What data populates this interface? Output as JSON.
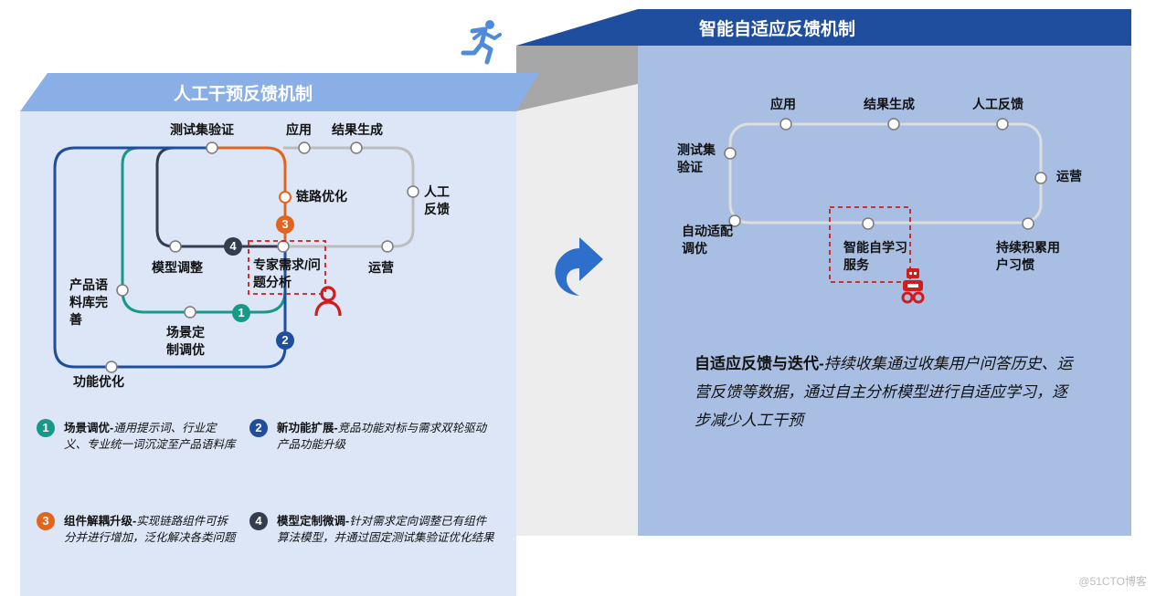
{
  "left_panel": {
    "title": "人工干预反馈机制",
    "nodes": {
      "test_set": "测试集验证",
      "apply": "应用",
      "result": "结果生成",
      "human": "人工反馈",
      "chain": "链路优化",
      "model_adjust": "模型调整",
      "expert": "专家需求/问题分析",
      "ops": "运营",
      "corpus": "产品语料库完善",
      "scene": "场景定制调优",
      "func": "功能优化"
    },
    "legend": [
      {
        "num": "1",
        "color": "#17998a",
        "title": "场景调优-",
        "text": "通用提示词、行业定义、专业统一词沉淀至产品语料库"
      },
      {
        "num": "2",
        "color": "#1f4e9e",
        "title": "新功能扩展-",
        "text": "竞品功能对标与需求双轮驱动产品功能升级"
      },
      {
        "num": "3",
        "color": "#e2651d",
        "title": "组件解耦升级-",
        "text": "实现链路组件可拆分并进行增加，泛化解决各类问题"
      },
      {
        "num": "4",
        "color": "#333d4f",
        "title": "模型定制微调-",
        "text": "针对需求定向调整已有组件算法模型，并通过固定测试集验证优化结果"
      }
    ]
  },
  "right_panel": {
    "title": "智能自适应反馈机制",
    "nodes": {
      "apply": "应用",
      "result": "结果生成",
      "human": "人工反馈",
      "test_set": "测试集验证",
      "ops": "运营",
      "auto_tune": "自动适配调优",
      "self_learn": "智能自学习服务",
      "habit": "持续积累用户习惯"
    },
    "summary_title": "自适应反馈与迭代-",
    "summary_text": "持续收集通过收集用户问答历史、运营反馈等数据，通过自主分析模型进行自适应学习，逐步减少人工干预"
  },
  "icons": {
    "runner": "runner-icon",
    "arrow": "curved-arrow-icon",
    "person": "person-icon",
    "robot": "robot-icon"
  },
  "colors": {
    "green": "#17998a",
    "blue": "#1f4e9e",
    "orange": "#e2651d",
    "dark": "#333d4f",
    "gray": "#bdbdbd",
    "red": "#d01c1c"
  },
  "watermark": "@51CTO博客"
}
